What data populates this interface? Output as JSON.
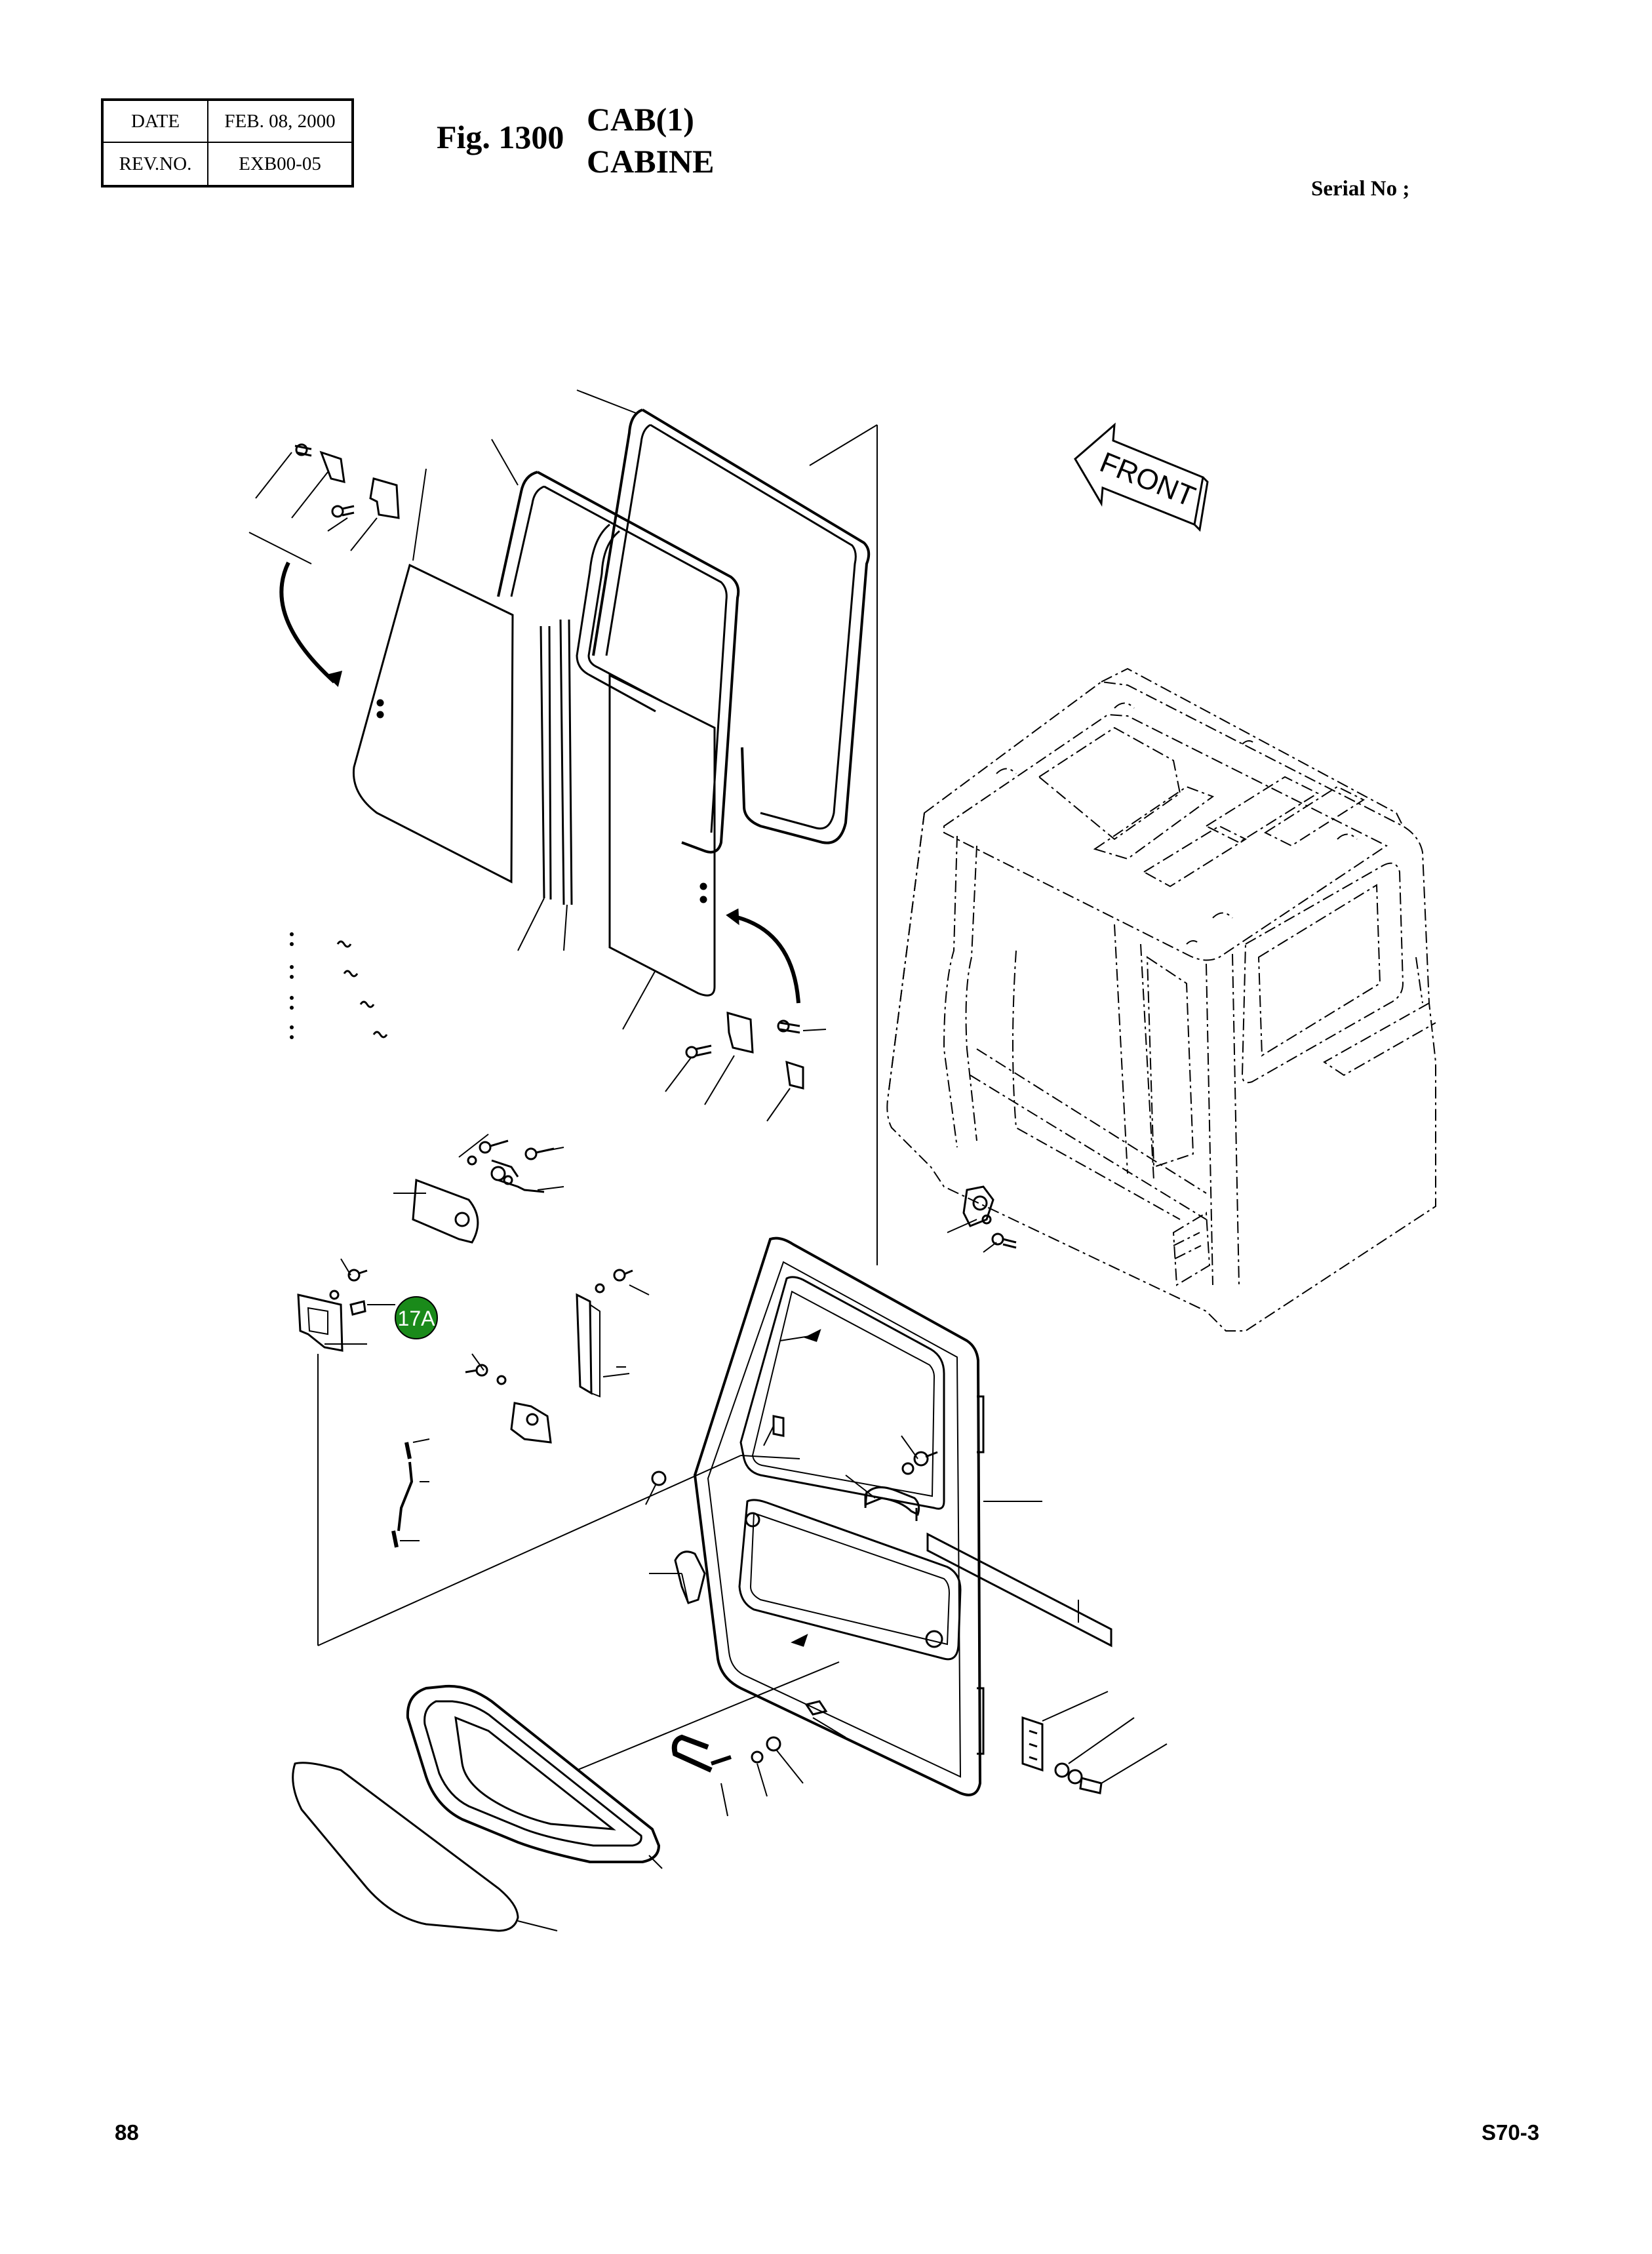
{
  "header": {
    "date_label": "DATE",
    "date_value": "FEB. 08, 2000",
    "rev_label": "REV.NO.",
    "rev_value": "EXB00-05"
  },
  "figure": {
    "number": "Fig. 1300",
    "title_en": "CAB(1)",
    "title_fr": "CABINE"
  },
  "serial_label": "Serial No ;",
  "diagram": {
    "direction_label": "FRONT",
    "callout": "17A",
    "callout_color": "#1a8a1a"
  },
  "footer": {
    "page_number": "88",
    "model": "S70-3"
  }
}
